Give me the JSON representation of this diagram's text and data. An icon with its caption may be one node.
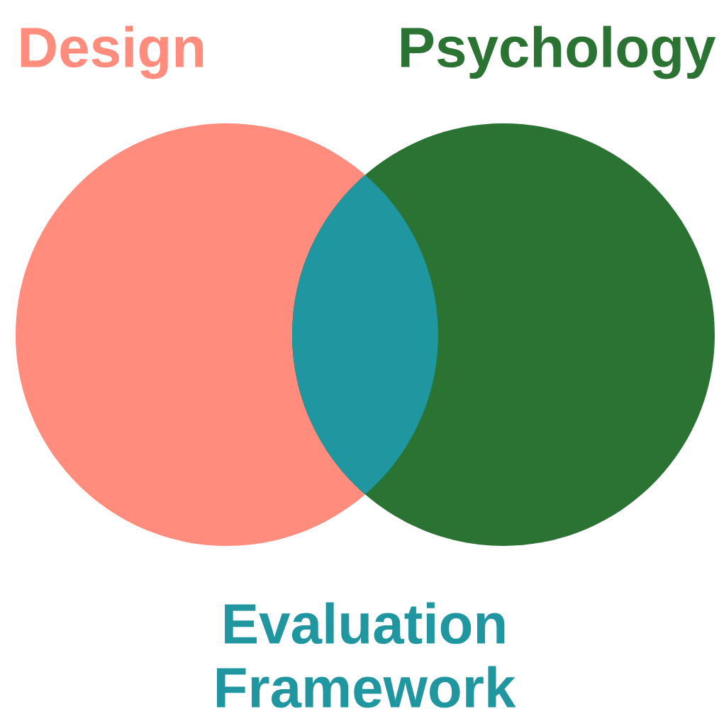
{
  "diagram": {
    "nodes": [
      {
        "text": [
          "Design"
        ]
      },
      {
        "text": [
          "Psychology"
        ]
      },
      {
        "text": [
          "Evaluation Framework"
        ]
      }
    ],
    "edges": []
  }
}
